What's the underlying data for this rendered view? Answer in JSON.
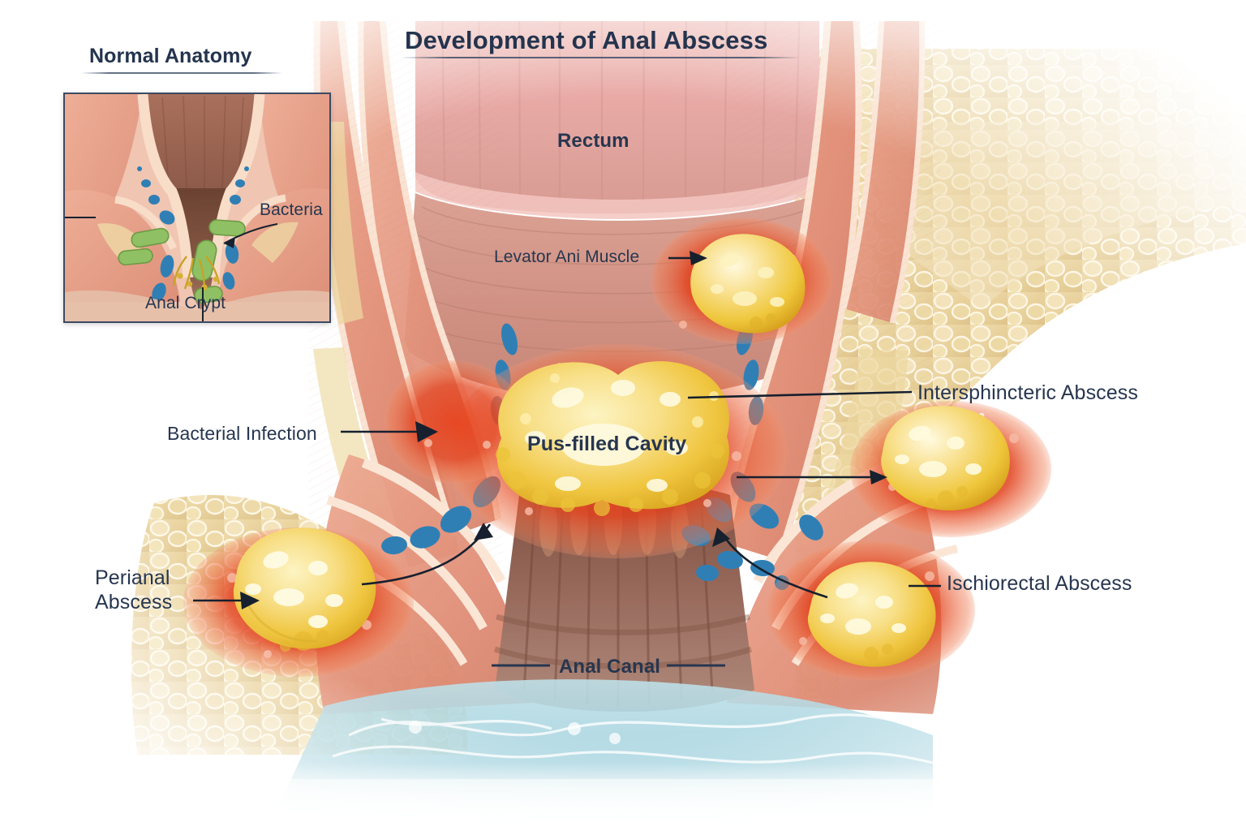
{
  "figure": {
    "title": "Development of Anal Abscess",
    "type": "medical-illustration",
    "subject": "anorectal cross-section showing abscess formation",
    "background_color": "#ffffff",
    "text_color": "#27364f"
  },
  "inset": {
    "title": "Normal Anatomy",
    "labels": {
      "bacteria": "Bacteria",
      "anal_crypt": "Anal Crypt"
    },
    "colors": {
      "bacteria": "#8bbd5c",
      "vessel": "#2f7fb5",
      "crypt_gland": "#c9a227",
      "border": "#3c4a63"
    }
  },
  "main_labels": {
    "rectum": "Rectum",
    "levator_ani": "Levator Ani Muscle",
    "pus_filled_cavity": "Pus-filled Cavity",
    "intersphincteric_abscess": "Intersphincteric Abscess",
    "ischiorectal_abscess": "Ischiorectal Abscess",
    "bacterial_infection": "Bacterial Infection",
    "perianal_abscess_line1": "Perianal",
    "perianal_abscess_line2": "Abscess",
    "anal_canal": "Anal Canal"
  },
  "palette": {
    "title_navy": "#24344e",
    "label_navy": "#27364f",
    "pus_yellow": "#f0c93a",
    "pus_yellow_light": "#f8e9a8",
    "inflammation_red": "#e1391c",
    "inflammation_red_light": "#f2765a",
    "muscle_pink": "#e79a84",
    "muscle_salmon": "#dd8a72",
    "rectum_pink": "#e9b2ae",
    "fascia_cream": "#f7e0cd",
    "fat_tan": "#e8cf95",
    "vessel_blue": "#2f7fb5",
    "anal_canal_brown": "#8e6050",
    "water_blue": "#a9d5e0",
    "arrow_black": "#16202e"
  },
  "structures": [
    {
      "name": "rectum",
      "description": "upper pink rectal ampulla with vertical mucosal folds"
    },
    {
      "name": "levator-ani-muscle",
      "description": "muscle sheet below rectum"
    },
    {
      "name": "internal-sphincter",
      "description": "pale cream ring around anal canal"
    },
    {
      "name": "external-sphincter",
      "description": "salmon muscle bundles lateral to canal"
    },
    {
      "name": "ischioanal-fat",
      "description": "lobular yellow-tan fat pads laterally"
    },
    {
      "name": "anal-canal",
      "description": "central brown striated canal"
    }
  ],
  "abscesses": [
    {
      "name": "intersphincteric",
      "position": "upper-right",
      "color": "#f0c93a"
    },
    {
      "name": "ischiorectal-right",
      "position": "mid-right",
      "color": "#f0c93a"
    },
    {
      "name": "ischiorectal-lower-right",
      "position": "lower-right",
      "color": "#f0c93a"
    },
    {
      "name": "perianal-left",
      "position": "lower-left",
      "color": "#f0c93a"
    },
    {
      "name": "central-pus-cavity",
      "position": "center",
      "color": "#f3d34e"
    }
  ]
}
